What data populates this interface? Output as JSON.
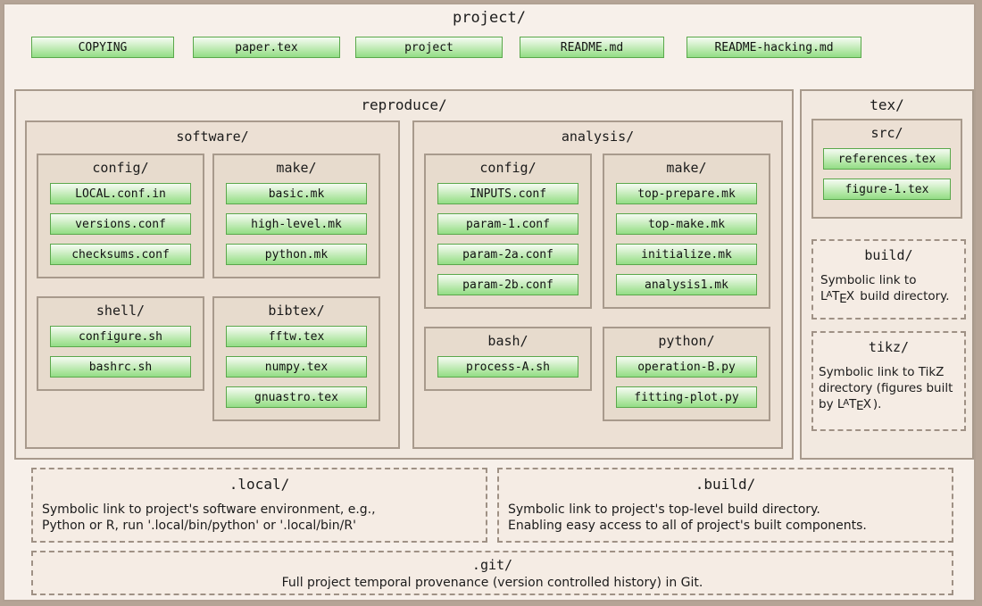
{
  "root": {
    "title": "project/",
    "files": [
      {
        "name": "COPYING"
      },
      {
        "name": "paper.tex"
      },
      {
        "name": "project"
      },
      {
        "name": "README.md"
      },
      {
        "name": "README-hacking.md"
      }
    ]
  },
  "reproduce": {
    "title": "reproduce/",
    "software": {
      "title": "software/",
      "config": {
        "title": "config/",
        "files": [
          "LOCAL.conf.in",
          "versions.conf",
          "checksums.conf"
        ]
      },
      "make": {
        "title": "make/",
        "files": [
          "basic.mk",
          "high-level.mk",
          "python.mk"
        ]
      },
      "shell": {
        "title": "shell/",
        "files": [
          "configure.sh",
          "bashrc.sh"
        ]
      },
      "bibtex": {
        "title": "bibtex/",
        "files": [
          "fftw.tex",
          "numpy.tex",
          "gnuastro.tex"
        ]
      }
    },
    "analysis": {
      "title": "analysis/",
      "config": {
        "title": "config/",
        "files": [
          "INPUTS.conf",
          "param-1.conf",
          "param-2a.conf",
          "param-2b.conf"
        ]
      },
      "make": {
        "title": "make/",
        "files": [
          "top-prepare.mk",
          "top-make.mk",
          "initialize.mk",
          "analysis1.mk"
        ]
      },
      "bash": {
        "title": "bash/",
        "files": [
          "process-A.sh"
        ]
      },
      "python": {
        "title": "python/",
        "files": [
          "operation-B.py",
          "fitting-plot.py"
        ]
      }
    }
  },
  "tex": {
    "title": "tex/",
    "src": {
      "title": "src/",
      "files": [
        "references.tex",
        "figure-1.tex"
      ]
    },
    "build": {
      "title": "build/",
      "desc_line1": "Symbolic link to",
      "desc_line2_pre": "",
      "desc_line2_post": " build directory."
    },
    "tikz": {
      "title": "tikz/",
      "desc_line1": "Symbolic link to TikZ",
      "desc_line2": "directory (figures built",
      "desc_line3_pre": "by ",
      "desc_line3_post": ")."
    }
  },
  "local": {
    "title": ".local/",
    "desc_line1": "Symbolic link to project's software environment, e.g.,",
    "desc_line2": "Python or R, run '.local/bin/python' or '.local/bin/R'"
  },
  "build": {
    "title": ".build/",
    "desc_line1": "Symbolic link to project's top-level build directory.",
    "desc_line2": "Enabling easy access to all of project's built components."
  },
  "git": {
    "title": ".git/",
    "desc_line1": "Full project temporal provenance (version controlled history) in Git."
  },
  "colors": {
    "page_background": "#f7f0ea",
    "outer_border": "#b0a092",
    "panel_border": "#a89a8c",
    "panel_level1": "#f2e9e0",
    "panel_level2": "#ece0d4",
    "panel_level3": "#e7dbcd",
    "file_border": "#5aa84b",
    "file_fill_top": "#f4fbf2",
    "file_fill_bottom": "#93dd86",
    "dashed_border": "#9f9185",
    "dashed_fill": "#f5ece4",
    "text": "#1b1b1b"
  }
}
